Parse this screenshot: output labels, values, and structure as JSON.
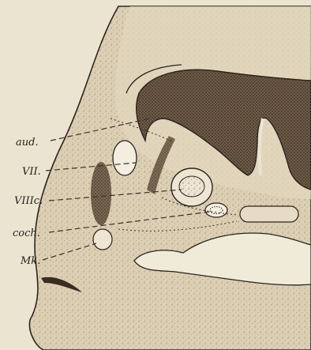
{
  "figure": {
    "labels": {
      "aud": "aud.",
      "vii": "VII.",
      "viiic": "VIIIc.",
      "coch": "coch.",
      "mk": "Mk."
    },
    "colors": {
      "paper": "#ebe4d0",
      "tissue": "#d9cdb2",
      "stipple": "#8a7a63",
      "dark_mass": "#4a3b2e",
      "outline": "#2a231c"
    }
  }
}
